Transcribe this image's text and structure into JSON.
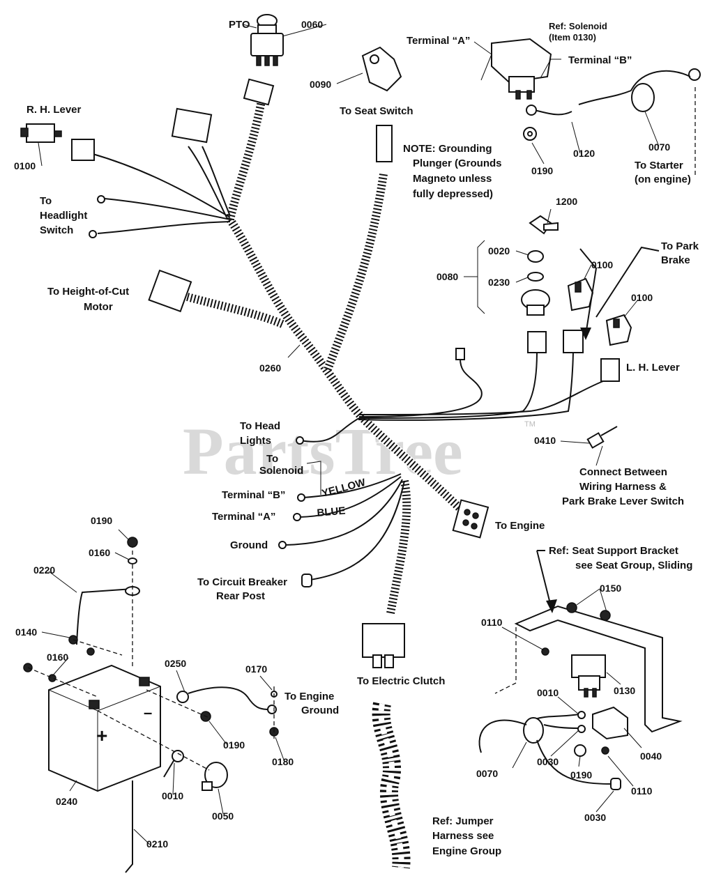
{
  "watermark": "PartsTree",
  "watermark_tm": "TM",
  "labels": {
    "pto": "PTO",
    "rh_lever": "R. H. Lever",
    "to_headlight_switch_1": "To",
    "to_headlight_switch_2": "Headlight",
    "to_headlight_switch_3": "Switch",
    "to_height_cut_1": "To Height-of-Cut",
    "to_height_cut_2": "Motor",
    "to_seat_switch": "To Seat Switch",
    "note_1": "NOTE: Grounding",
    "note_2": "Plunger (Grounds",
    "note_3": "Magneto unless",
    "note_4": "fully depressed)",
    "terminal_a_top": "Terminal “A”",
    "terminal_b_top": "Terminal “B”",
    "ref_solenoid_1": "Ref: Solenoid",
    "ref_solenoid_2": "(Item 0130)",
    "to_starter_1": "To Starter",
    "to_starter_2": "(on engine)",
    "to_park_brake_1": "To Park",
    "to_park_brake_2": "Brake",
    "lh_lever": "L. H. Lever",
    "to_head_lights_1": "To Head",
    "to_head_lights_2": "Lights",
    "to_solenoid_1": "To",
    "to_solenoid_2": "Solenoid",
    "terminal_b": "Terminal “B”",
    "terminal_a": "Terminal “A”",
    "yellow": "YELLOW",
    "blue": "BLUE",
    "ground": "Ground",
    "to_circuit_breaker_1": "To Circuit Breaker",
    "to_circuit_breaker_2": "Rear Post",
    "to_engine": "To Engine",
    "connect_1": "Connect Between",
    "connect_2": "Wiring Harness &",
    "connect_3": "Park Brake Lever Switch",
    "ref_seat_1": "Ref: Seat Support Bracket",
    "ref_seat_2": "see  Seat Group, Sliding",
    "to_electric_clutch": "To  Electric Clutch",
    "to_engine_ground_1": "To Engine",
    "to_engine_ground_2": "Ground",
    "ref_jumper_1": "Ref: Jumper",
    "ref_jumper_2": "Harness see",
    "ref_jumper_3": "Engine Group"
  },
  "part_numbers": {
    "p0060": "0060",
    "p0090": "0090",
    "p0100_rh": "0100",
    "p0120": "0120",
    "p0190_top": "0190",
    "p0070_top": "0070",
    "p1200": "1200",
    "p0020": "0020",
    "p0080": "0080",
    "p0230": "0230",
    "p0100_mid": "0100",
    "p0100_right": "0100",
    "p0260": "0260",
    "p0410": "0410",
    "p0190_batt": "0190",
    "p0160_top": "0160",
    "p0220": "0220",
    "p0140": "0140",
    "p0160_left": "0160",
    "p0250": "0250",
    "p0170": "0170",
    "p0190_mid": "0190",
    "p0180": "0180",
    "p0240": "0240",
    "p0010_batt": "0010",
    "p0050": "0050",
    "p0210": "0210",
    "p0150": "0150",
    "p0110_top": "0110",
    "p0130": "0130",
    "p0010_seat": "0010",
    "p0040": "0040",
    "p0070_seat": "0070",
    "p0030_mid": "0030",
    "p0190_seat": "0190",
    "p0110_bot": "0110",
    "p0030_bot": "0030"
  }
}
